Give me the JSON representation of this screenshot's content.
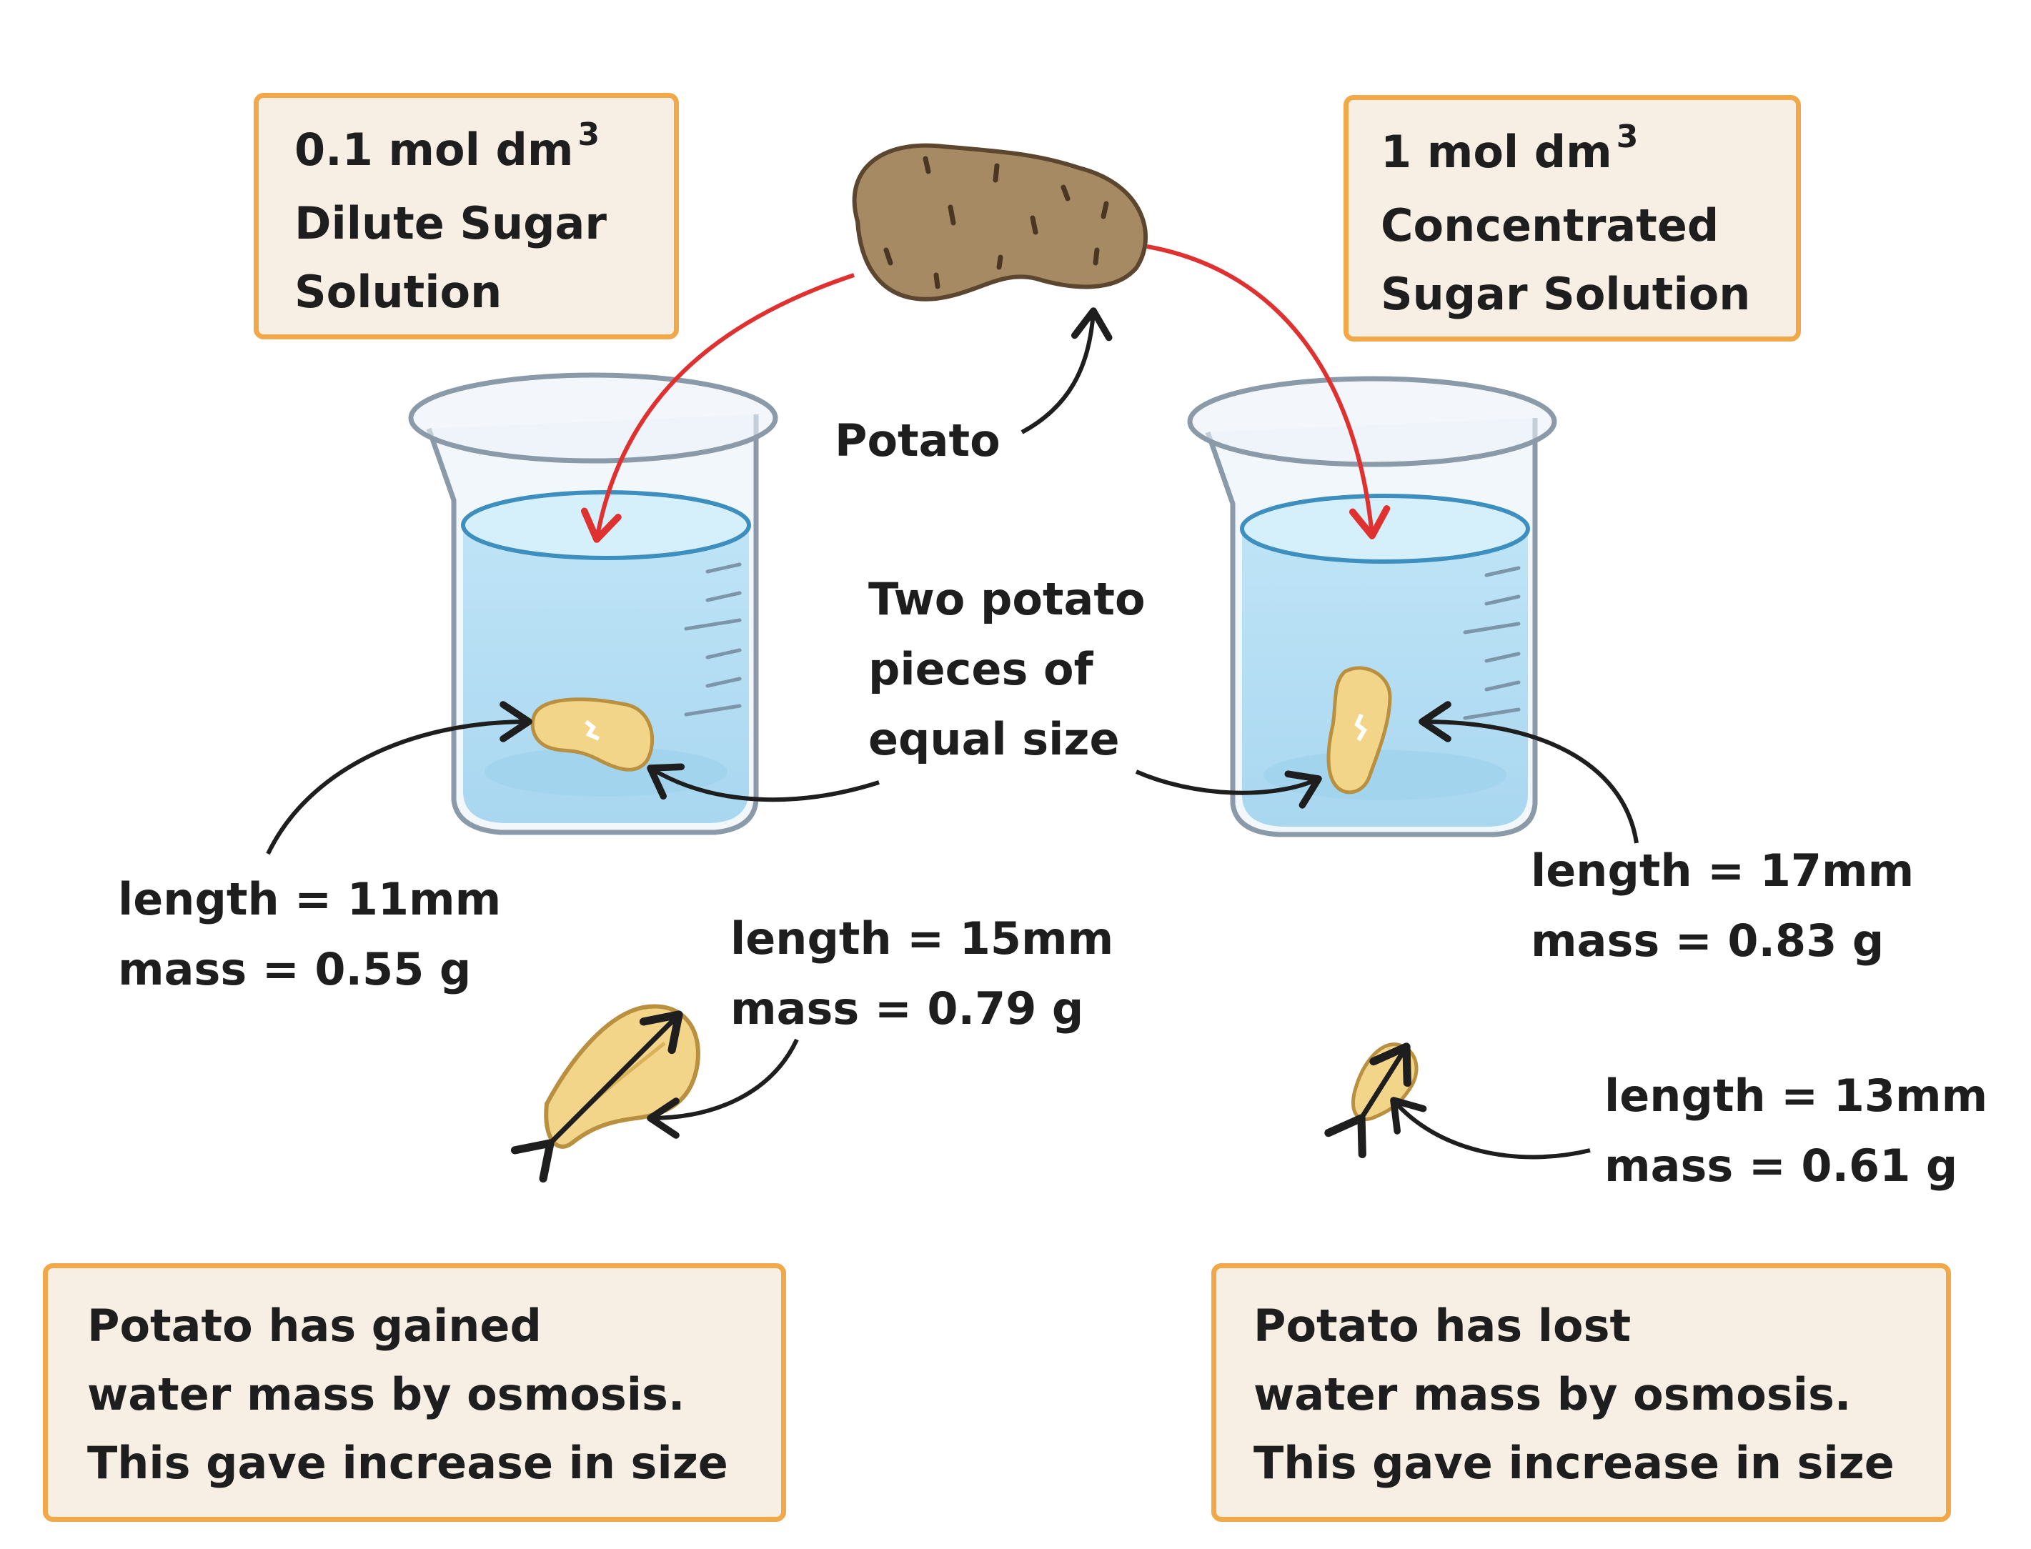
{
  "dilute_box": {
    "line1": "0.1 mol dm",
    "sup": "3",
    "line2": "Dilute Sugar",
    "line3": "Solution"
  },
  "concentrated_box": {
    "line1": "1 mol dm",
    "sup": "3",
    "line2": "Concentrated",
    "line3": "Sugar Solution"
  },
  "potato_label": "Potato",
  "pieces_label": {
    "line1": "Two potato",
    "line2": "pieces of",
    "line3": "equal size"
  },
  "left_before": {
    "length": "length = 11mm",
    "mass": "mass = 0.55 g"
  },
  "left_after": {
    "length": "length = 15mm",
    "mass": "mass = 0.79 g"
  },
  "right_before": {
    "length": "length = 17mm",
    "mass": "mass = 0.83 g"
  },
  "right_after": {
    "length": "length = 13mm",
    "mass": "mass = 0.61 g"
  },
  "gain_box": {
    "line1": "Potato has gained",
    "line2": "water mass by osmosis.",
    "line3": "This gave increase in size"
  },
  "loss_box": {
    "line1": "Potato has lost",
    "line2": "water mass by osmosis.",
    "line3": "This gave increase in size"
  },
  "colors": {
    "box_border": "#f0a848",
    "box_fill": "#f8efe4",
    "red_arrow": "#e03131",
    "water": "#b8e0f5",
    "potato": "#a68a64"
  }
}
